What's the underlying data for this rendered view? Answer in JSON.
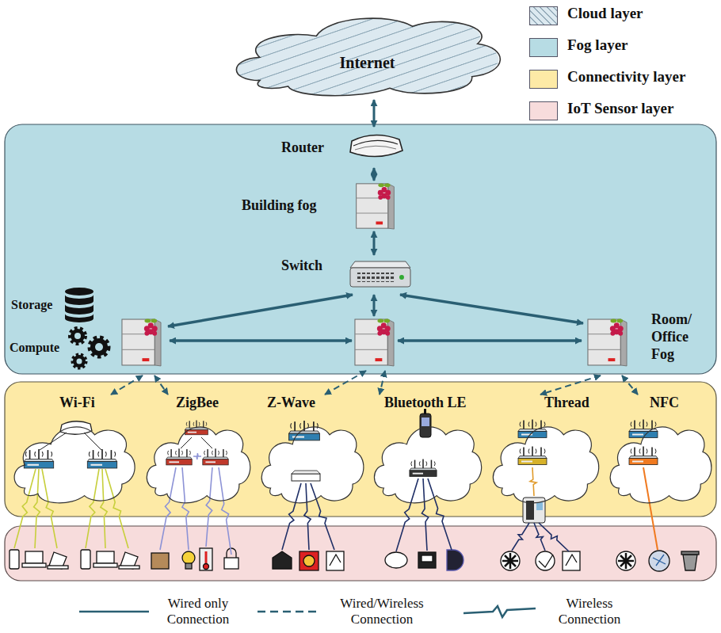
{
  "diagram": {
    "nodes": [
      {
        "text": [
          "Internet"
        ]
      },
      {
        "text": [
          "Router"
        ]
      },
      {
        "text": [
          "Building fog"
        ]
      },
      {
        "text": [
          "Switch"
        ]
      },
      {
        "text": [
          "Storage",
          "Compute"
        ]
      },
      {
        "text": [
          "Room/ Office Fog"
        ]
      },
      {
        "text": [
          "Wi-Fi"
        ]
      },
      {
        "text": [
          "ZigBee"
        ]
      },
      {
        "text": [
          "Z-Wave"
        ]
      },
      {
        "text": [
          "Bluetooth LE"
        ]
      },
      {
        "text": [
          "Thread"
        ]
      },
      {
        "text": [
          "NFC"
        ]
      }
    ],
    "edges": [
      {
        "from": 0,
        "to": 1,
        "arrow": "both"
      },
      {
        "from": 1,
        "to": 2,
        "arrow": "both"
      },
      {
        "from": 2,
        "to": 3,
        "arrow": "both"
      },
      {
        "from": 3,
        "to": 4,
        "arrow": "both"
      },
      {
        "from": 3,
        "to": 5,
        "arrow": "both"
      },
      {
        "from": 4,
        "to": 6,
        "arrow": "both"
      },
      {
        "from": 4,
        "to": 7,
        "arrow": "both"
      },
      {
        "from": 5,
        "to": 10,
        "arrow": "both"
      },
      {
        "from": 5,
        "to": 11,
        "arrow": "both"
      }
    ],
    "legend": [
      {
        "text": "Cloud layer",
        "color": "#dce9f0"
      },
      {
        "text": "Fog layer",
        "color": "#b7dce4"
      },
      {
        "text": "Connectivity layer",
        "color": "#fdeaa6"
      },
      {
        "text": "IoT Sensor layer",
        "color": "#f7dcdc"
      },
      {
        "text": "Wired only Connection"
      },
      {
        "text": "Wired/Wireless Connection"
      },
      {
        "text": "Wireless Connection"
      }
    ]
  }
}
